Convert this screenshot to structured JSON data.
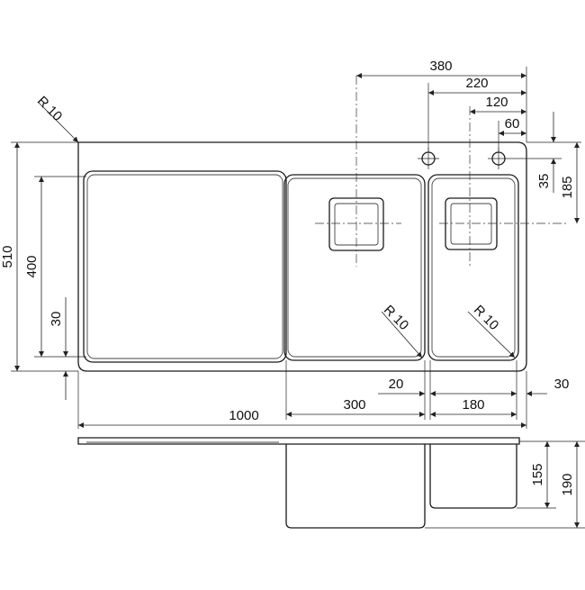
{
  "dimensions": {
    "r_corner": "R 10",
    "w380": "380",
    "w220": "220",
    "w120": "120",
    "w60": "60",
    "h35": "35",
    "h185": "185",
    "h510": "510",
    "h400": "400",
    "h30": "30",
    "r_bowl1": "R 10",
    "r_bowl2": "R 10",
    "w20": "20",
    "w30": "30",
    "w1000": "1000",
    "w300": "300",
    "w180": "180",
    "h155": "155",
    "h190": "190"
  }
}
